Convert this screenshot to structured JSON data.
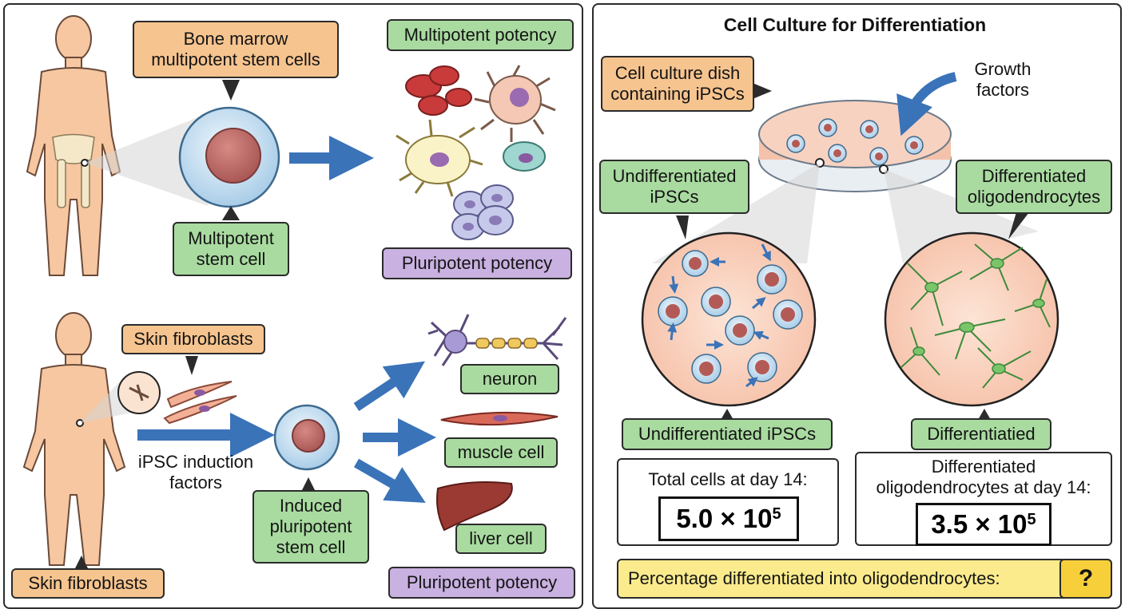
{
  "left": {
    "top": {
      "bone_marrow_label": "Bone marrow\nmultipotent stem cells",
      "stem_cell_label": "Multipotent\nstem cell",
      "potency_top": "Multipotent potency",
      "potency_bottom": "Pluripotent potency"
    },
    "bottom": {
      "skin_fibroblasts_top": "Skin fibroblasts",
      "skin_fibroblasts_bottom": "Skin fibroblasts",
      "induction_text": "iPSC induction\nfactors",
      "ipsc_label": "Induced\npluripotent\nstem cell",
      "neuron": "neuron",
      "muscle": "muscle cell",
      "liver": "liver cell",
      "potency": "Pluripotent potency"
    }
  },
  "right": {
    "title": "Cell Culture for Differentiation",
    "dish_label": "Cell culture dish\ncontaining iPSCs",
    "growth_factors": "Growth\nfactors",
    "undiff_callout": "Undifferentiated\niPSCs",
    "diff_callout": "Differentiated\noligodendrocytes",
    "undiff_bottom": "Undifferentiated iPSCs",
    "diff_bottom": "Differentiatied",
    "total_label": "Total cells at day 14:",
    "total_mantissa": "5.0 × 10",
    "total_exp": "5",
    "oligo_label": "Differentiated\noligodendrocytes at day 14:",
    "oligo_mantissa": "3.5 × 10",
    "oligo_exp": "5",
    "percentage_label": "Percentage differentiated into oligodendrocytes:",
    "question": "?"
  },
  "colors": {
    "orange": "#f6c48f",
    "green": "#a9dba0",
    "purple": "#c9b1e1",
    "arrow_blue": "#3a73b8",
    "yellow": "#fbeb8c",
    "answer_box": "#f7cf3a",
    "skin": "#f6c7a0"
  }
}
